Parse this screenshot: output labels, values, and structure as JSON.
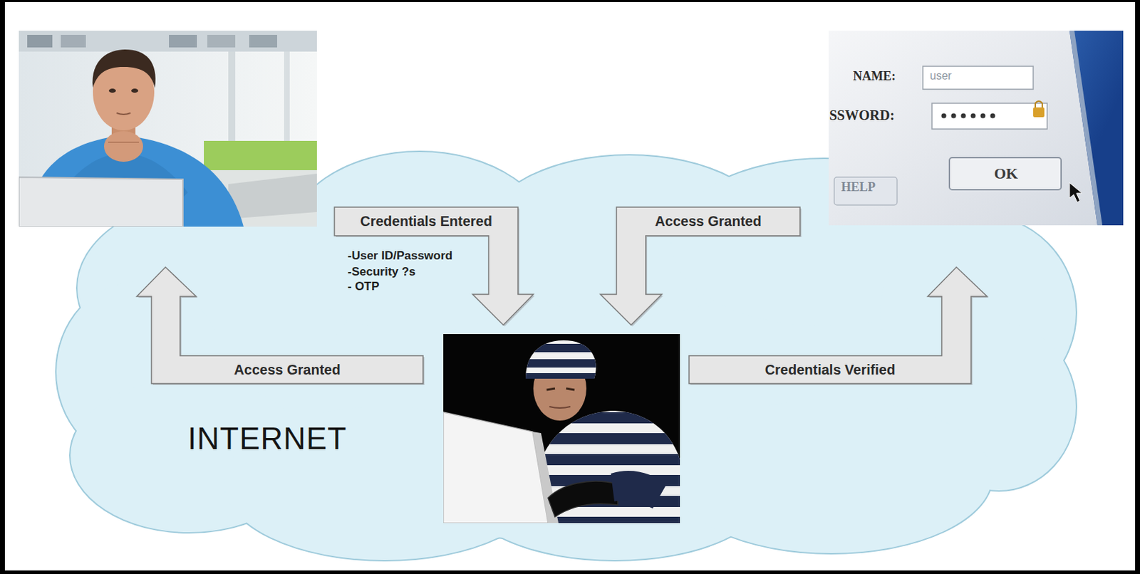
{
  "diagram": {
    "nodes": [
      {
        "text": [
          "INTERNET"
        ]
      },
      {
        "text": [
          "Credentials Entered"
        ],
        "in": 0
      },
      {
        "text": [
          "Access Granted"
        ],
        "in": 0
      },
      {
        "text": [
          "Access Granted"
        ],
        "in": 0
      },
      {
        "text": [
          "Credentials Verified"
        ],
        "in": 0
      }
    ],
    "labels": [
      "-User ID/Password",
      "-Security ?s",
      "- OTP",
      "NAME:",
      "user",
      "SSWORD:",
      "HELP",
      "OK"
    ]
  }
}
